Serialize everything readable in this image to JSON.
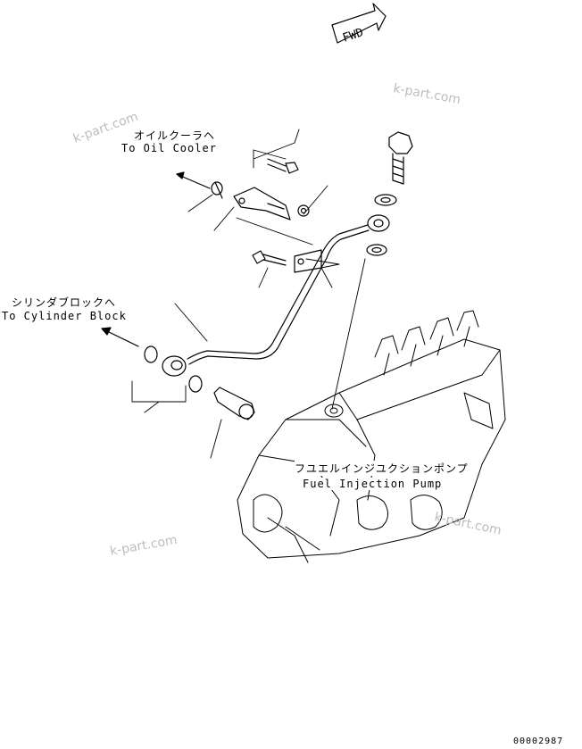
{
  "labels": {
    "oil_cooler_jp": "オイルクーラヘ",
    "oil_cooler_en": "To Oil Cooler",
    "cyl_block_jp": "シリンダブロックへ",
    "cyl_block_en": "To Cylinder Block",
    "pump_jp": "フユエルインジユクションポンプ",
    "pump_en": "Fuel Injection Pump",
    "fwd": "FWD",
    "drawing_no": "00002987"
  },
  "watermarks": [
    "k-part.com",
    "k-part.com",
    "k-part.com",
    "k-part.com"
  ],
  "colors": {
    "line": "#000000",
    "watermark": "#bdbdbd"
  }
}
